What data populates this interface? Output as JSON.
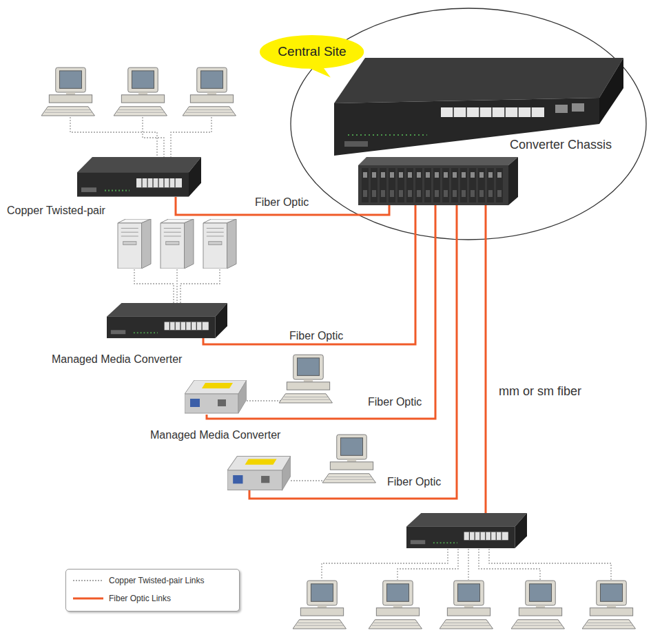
{
  "diagram": {
    "nodes": [
      {
        "text": [
          "Central Site"
        ]
      },
      {
        "text": [
          "Converter Chassis"
        ]
      },
      {
        "text": [
          "Copper Twisted-pair"
        ]
      },
      {
        "text": [
          "Managed Media Converter"
        ]
      },
      {
        "text": [
          "Managed Media Converter"
        ]
      }
    ],
    "edges": [
      {
        "from": 1,
        "to": 2,
        "arrow": "none",
        "label": "Fiber Optic"
      },
      {
        "from": 1,
        "to": 3,
        "arrow": "none",
        "label": "Fiber Optic"
      },
      {
        "from": 1,
        "to": 4,
        "arrow": "none",
        "label": "Fiber Optic"
      }
    ],
    "labels": [
      "Fiber Optic",
      "mm or sm fiber"
    ],
    "legend": [
      {
        "text": "Copper Twisted-pair Links"
      },
      {
        "text": "Fiber Optic Links"
      }
    ]
  }
}
